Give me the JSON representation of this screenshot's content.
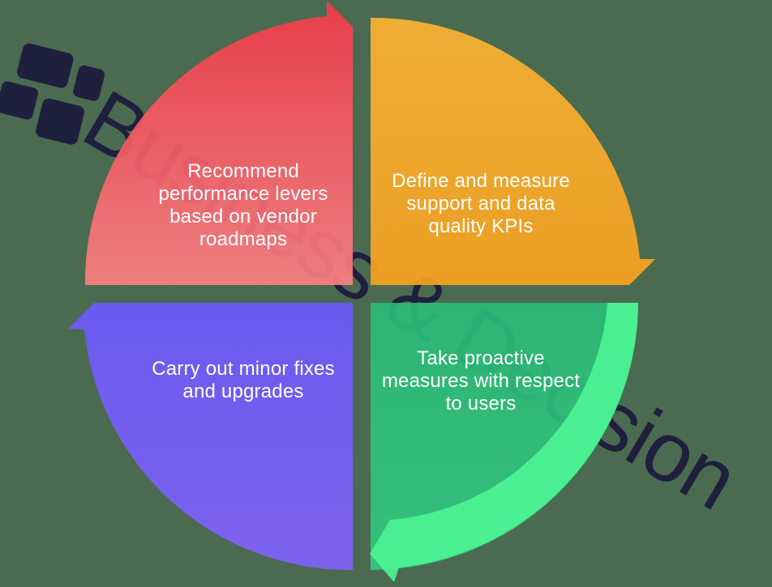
{
  "background": {
    "color": "#4a6b4f"
  },
  "watermark": {
    "text": "Business & Decision",
    "color": "#1f1f3e",
    "logo_icon": "four-tilted-squares"
  },
  "text_color": "#ffffff",
  "quadrants": [
    {
      "name": "recommend-performance-levers",
      "position": "top-left",
      "arrow_direction": "right",
      "lines": [
        "Recommend",
        "performance levers",
        "based on vendor",
        "roadmaps"
      ],
      "gradient": {
        "from": "#f8394b",
        "to": "#ff8184"
      }
    },
    {
      "name": "define-and-measure-kpis",
      "position": "top-right",
      "arrow_direction": "down",
      "lines": [
        "Define and measure",
        "support and data",
        "quality KPIs"
      ],
      "gradient": {
        "from": "#ffb533",
        "to": "#fea41f"
      }
    },
    {
      "name": "take-proactive-measures",
      "position": "bottom-right",
      "arrow_direction": "left",
      "lines": [
        "Take proactive",
        "measures with respect",
        "to users"
      ],
      "gradient": {
        "from": "#2abc77",
        "to": "#34c981"
      },
      "arrow_band_color": "#4cf593"
    },
    {
      "name": "carry-out-minor-fixes",
      "position": "bottom-left",
      "arrow_direction": "up",
      "lines": [
        "Carry out minor fixes",
        "and upgrades"
      ],
      "gradient": {
        "from": "#6e58ff",
        "to": "#8262ff"
      }
    }
  ]
}
